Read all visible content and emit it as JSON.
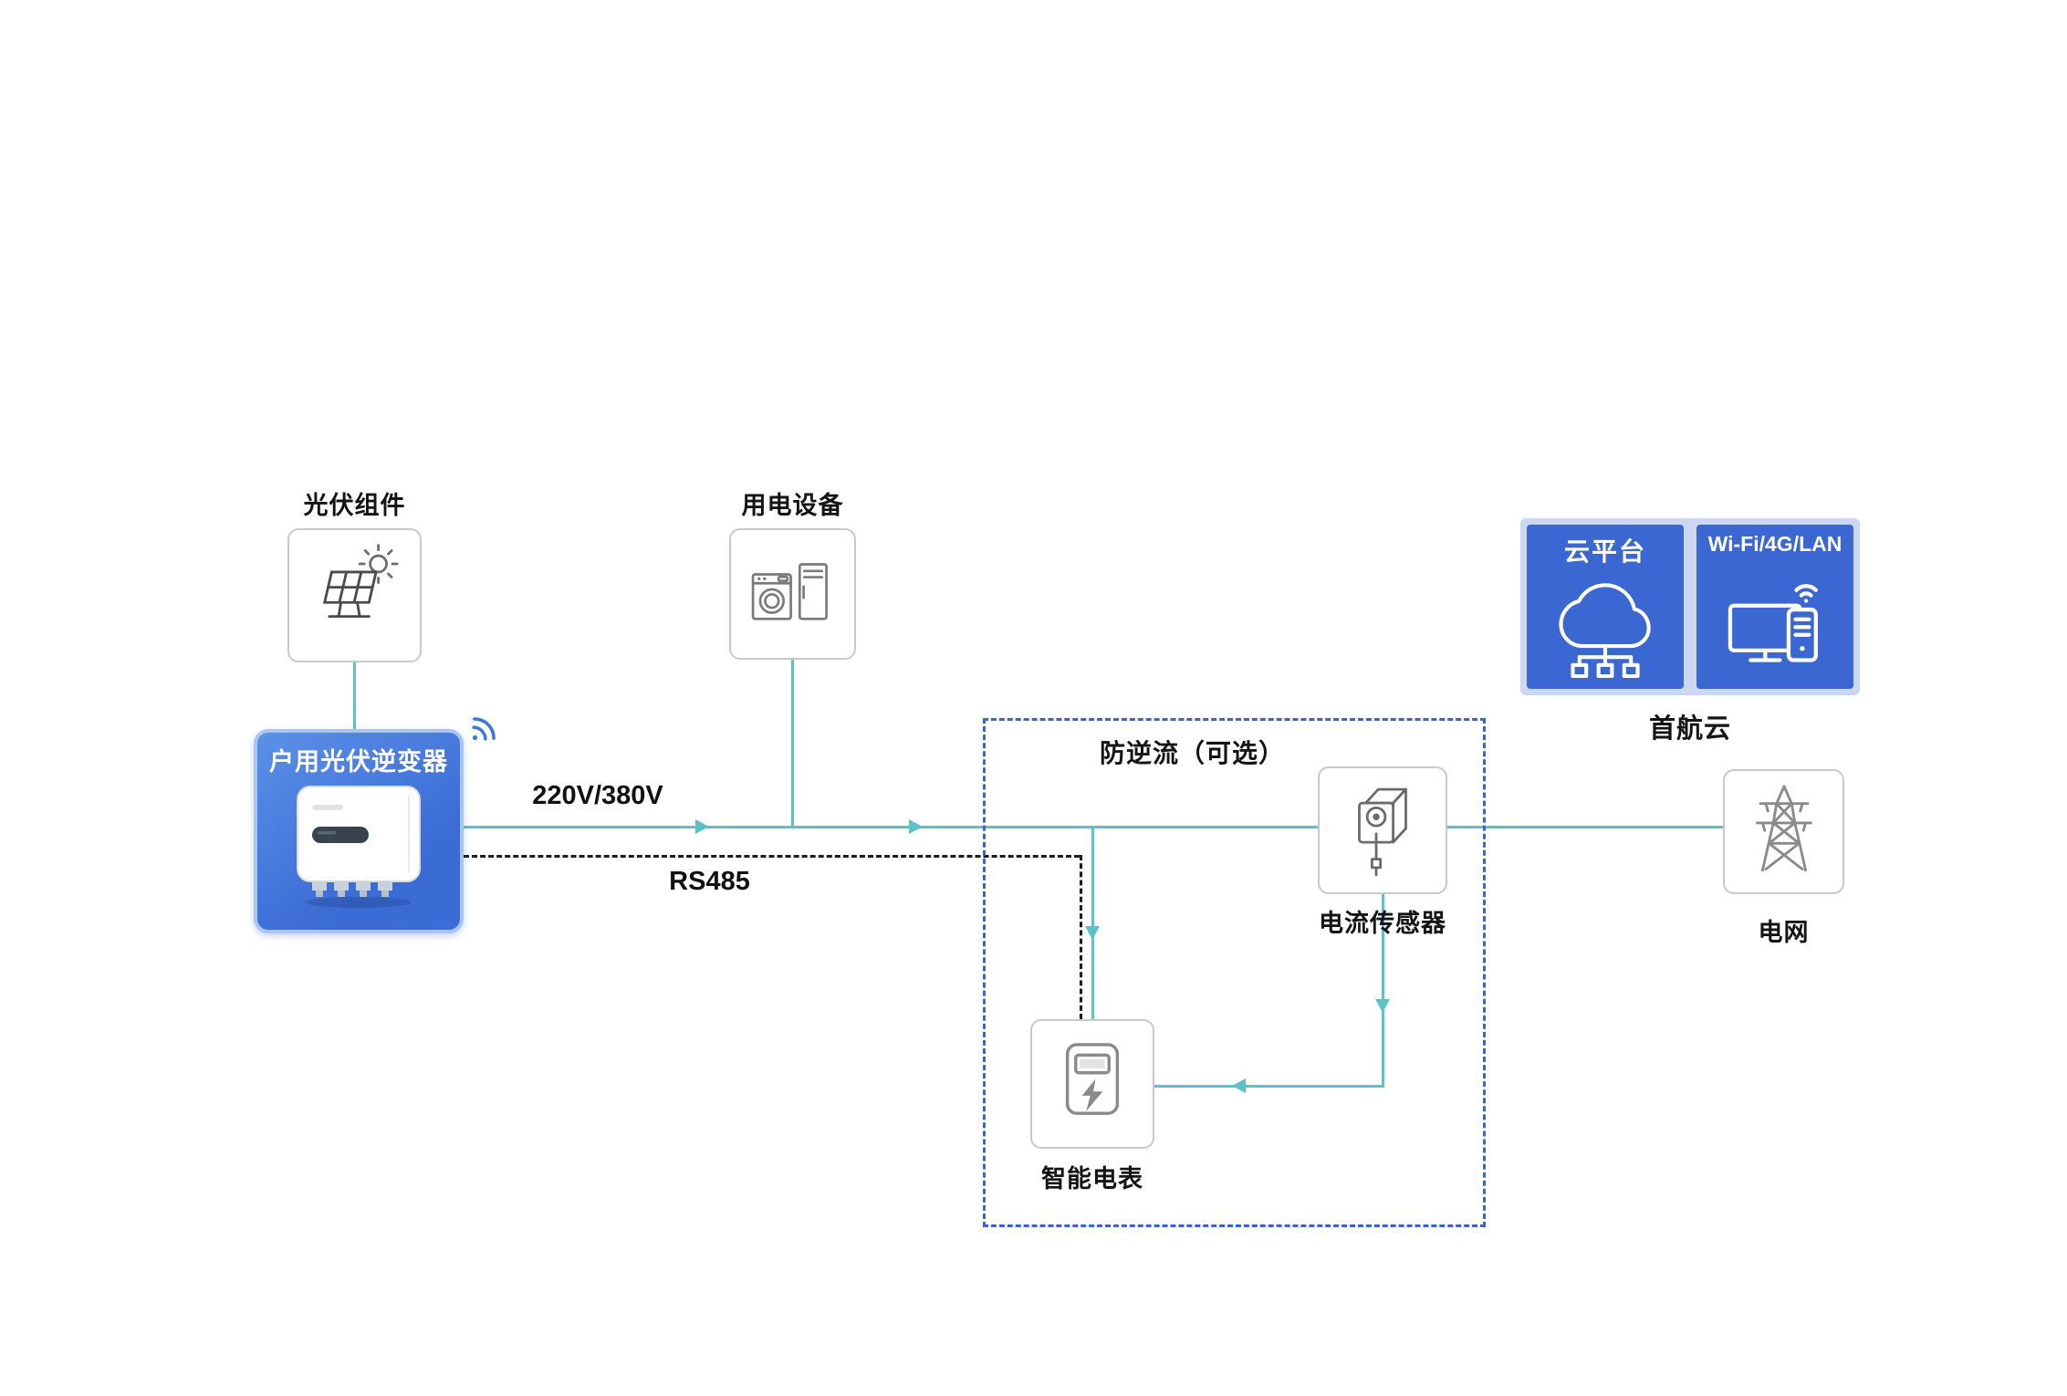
{
  "colors": {
    "line_teal": "#5bc3c5",
    "brand_blue": "#3a67d2",
    "dashed_group_border": "#3565cf",
    "rs485_line": "#1c1c1c",
    "cloud_panel_bg": "#ccd8f0"
  },
  "nodes": {
    "pv": {
      "label": "光伏组件"
    },
    "load": {
      "label": "用电设备"
    },
    "inverter": {
      "label": "户用光伏逆变器"
    },
    "anti_backflow": {
      "label": "防逆流（可选）"
    },
    "current_sensor": {
      "label": "电流传感器"
    },
    "smart_meter": {
      "label": "智能电表"
    },
    "grid": {
      "label": "电网"
    },
    "cloud_platform": {
      "label": "云平台"
    },
    "comm": {
      "label": "Wi-Fi/4G/LAN"
    },
    "cloud_group": {
      "label": "首航云"
    }
  },
  "edges": {
    "ac": {
      "label": "220V/380V"
    },
    "rs485": {
      "label": "RS485"
    }
  },
  "icons": {
    "pv": "solar-panel-icon",
    "load": "appliances-icon",
    "inverter_device": "inverter-device-icon",
    "inverter_wifi": "wifi-signal-icon",
    "current_sensor": "current-clamp-icon",
    "smart_meter": "smart-meter-icon",
    "grid": "transmission-tower-icon",
    "cloud_platform": "cloud-network-icon",
    "comm": "monitor-wifi-icon"
  }
}
